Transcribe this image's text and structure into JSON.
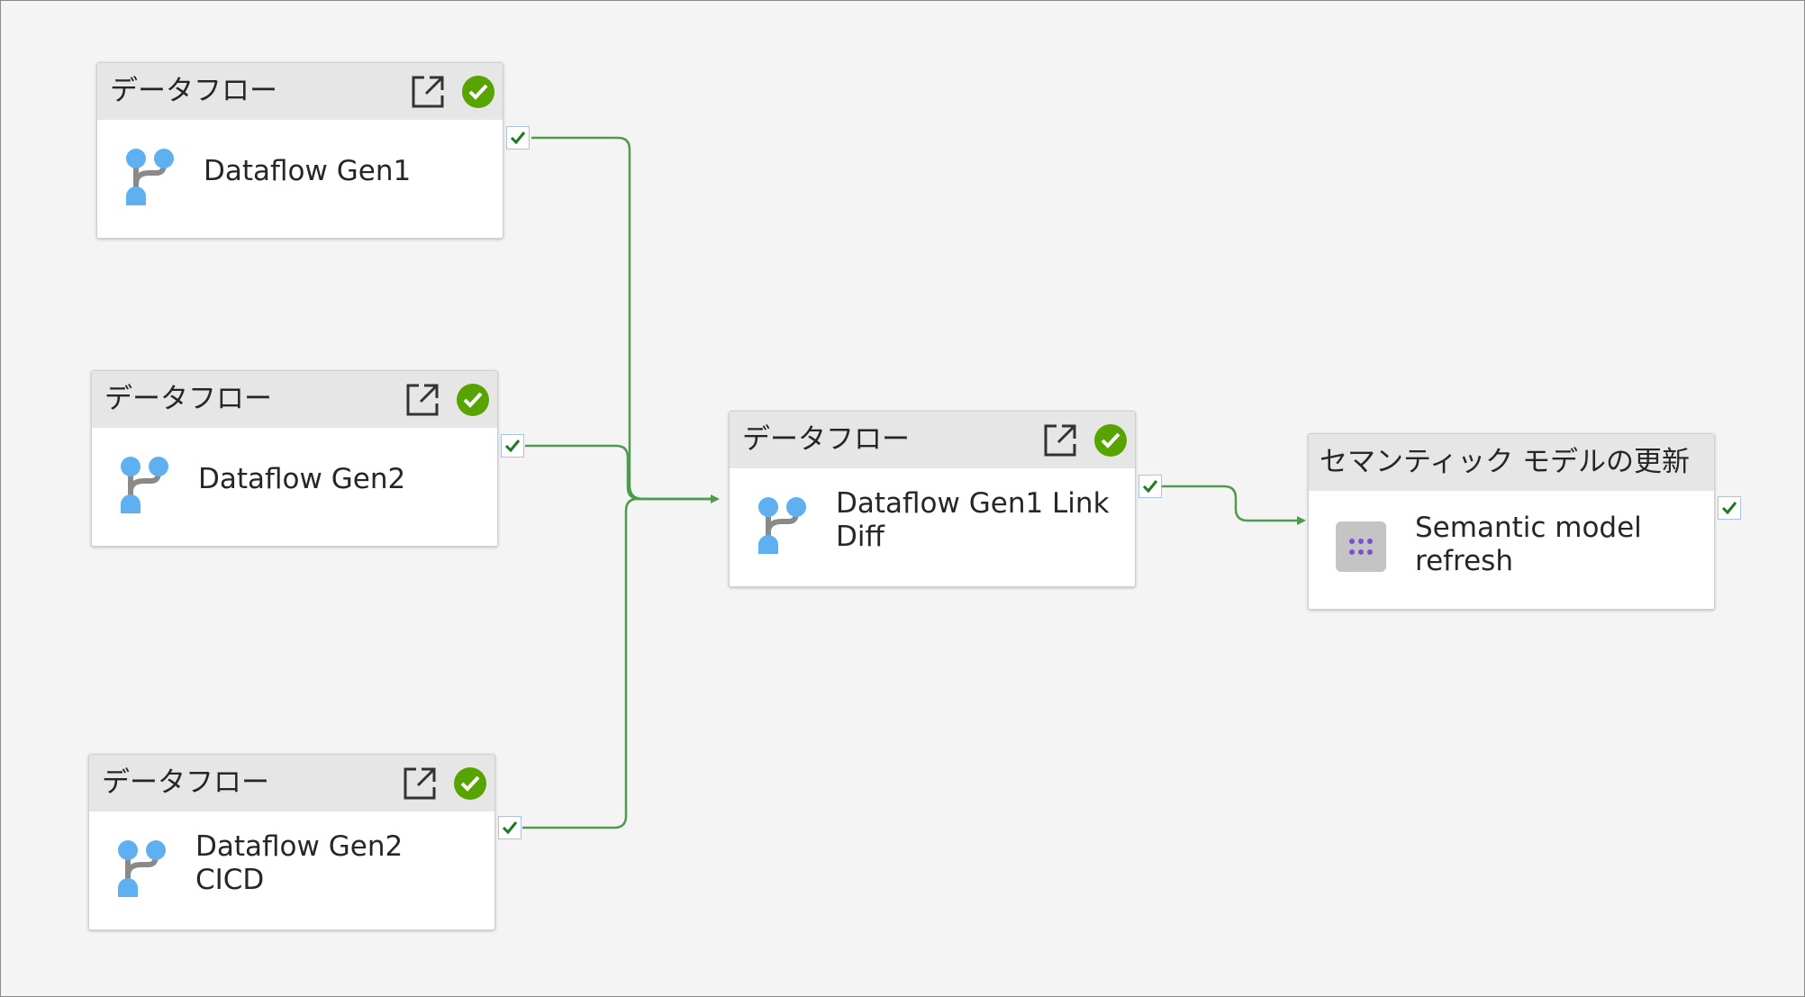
{
  "activities": [
    {
      "id": "gen1",
      "type_label": "データフロー",
      "name": "Dataflow Gen1",
      "icon": "dataflow-branch-icon",
      "status": "succeeded"
    },
    {
      "id": "gen2",
      "type_label": "データフロー",
      "name": "Dataflow Gen2",
      "icon": "dataflow-branch-icon",
      "status": "succeeded"
    },
    {
      "id": "gen2cicd",
      "type_label": "データフロー",
      "name": "Dataflow Gen2\nCICD",
      "icon": "dataflow-branch-icon",
      "status": "succeeded"
    },
    {
      "id": "gen1diff",
      "type_label": "データフロー",
      "name": "Dataflow Gen1 Link\nDiff",
      "icon": "dataflow-branch-icon",
      "status": "succeeded"
    },
    {
      "id": "semantic",
      "type_label": "セマンティック モデルの更新",
      "name": "Semantic model\nrefresh",
      "icon": "semantic-model-icon"
    }
  ],
  "colors": {
    "success_green": "#57a300",
    "connector_green": "#4f9a4f",
    "icon_blue": "#5fb0f0",
    "icon_gray": "#8a8a8a",
    "semantic_purple": "#7a4fd0"
  }
}
